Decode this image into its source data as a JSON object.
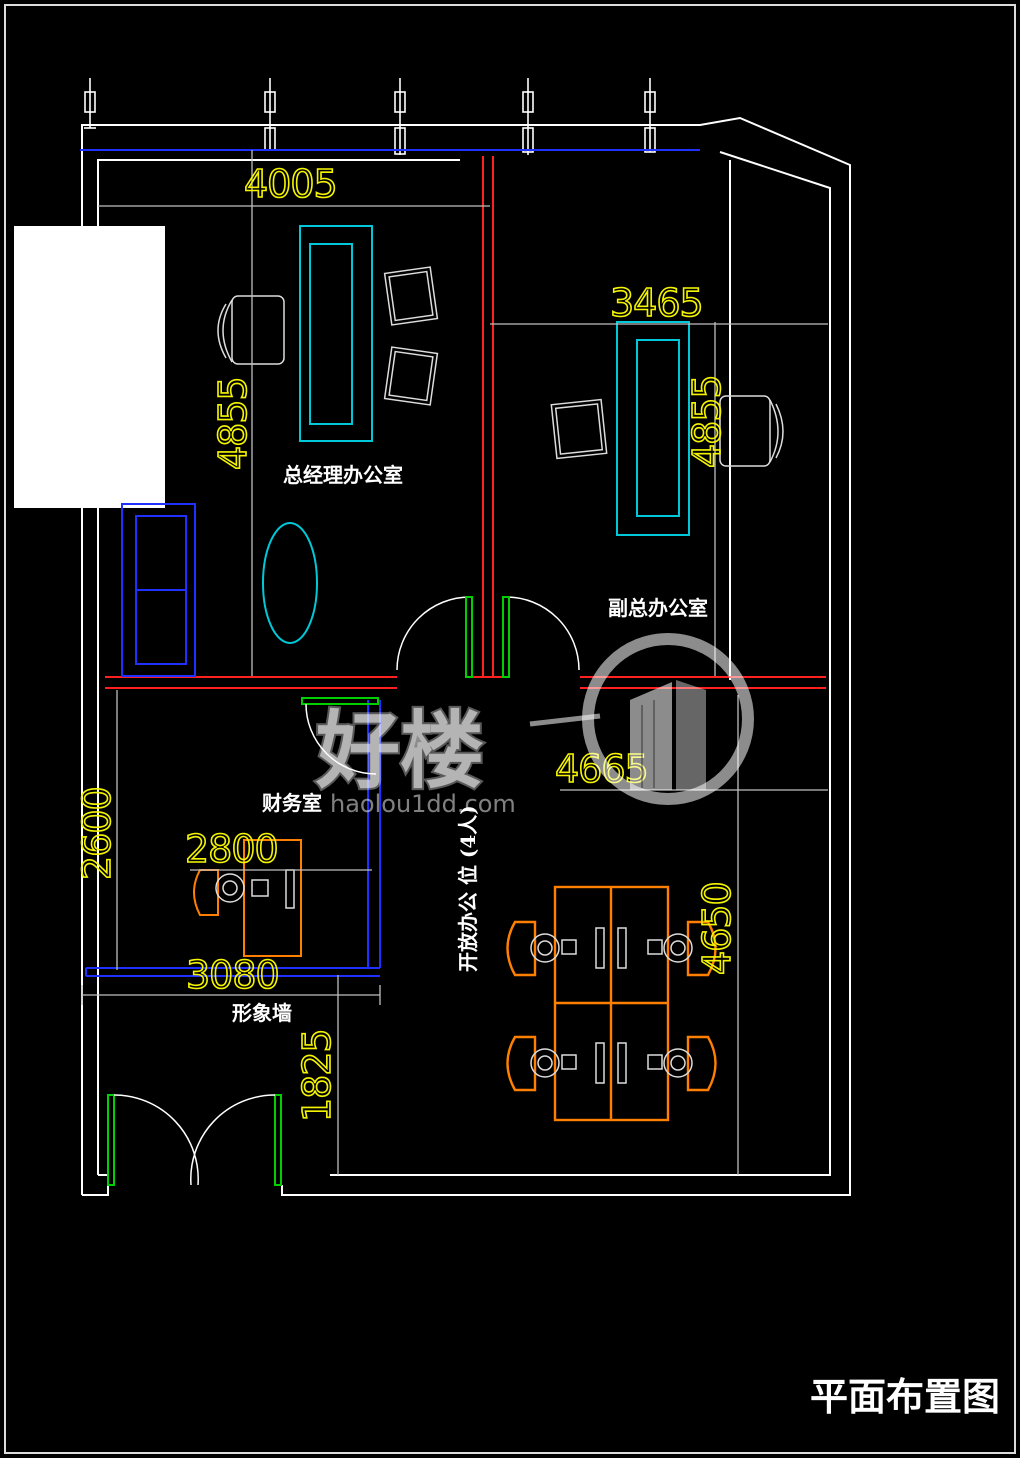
{
  "drawing": {
    "title": "平面布置图",
    "rooms": {
      "gm_office": "总经理办公室",
      "vp_office": "副总办公室",
      "finance": "财务室",
      "open_office": "开放办公 位 (4人)",
      "feature_wall": "形象墙"
    },
    "dimensions": {
      "gm_width": "4005",
      "gm_depth": "4855",
      "vp_width": "3465",
      "vp_depth": "4855",
      "open_width": "4665",
      "open_depth": "4650",
      "finance_depth": "2600",
      "finance_desk": "2800",
      "finance_width": "3080",
      "entry_depth": "1825"
    }
  },
  "watermark": {
    "text": "好楼",
    "url": "haolou1dd.com"
  },
  "colors": {
    "background": "#000000",
    "wall": "#ffffff",
    "partition": "#ff2020",
    "window": "#2030ff",
    "furniture": "#00c8d8",
    "workstation": "#ff8000",
    "door": "#00d000",
    "dimension": "#f4f400",
    "dimline": "#bfbfbf"
  }
}
